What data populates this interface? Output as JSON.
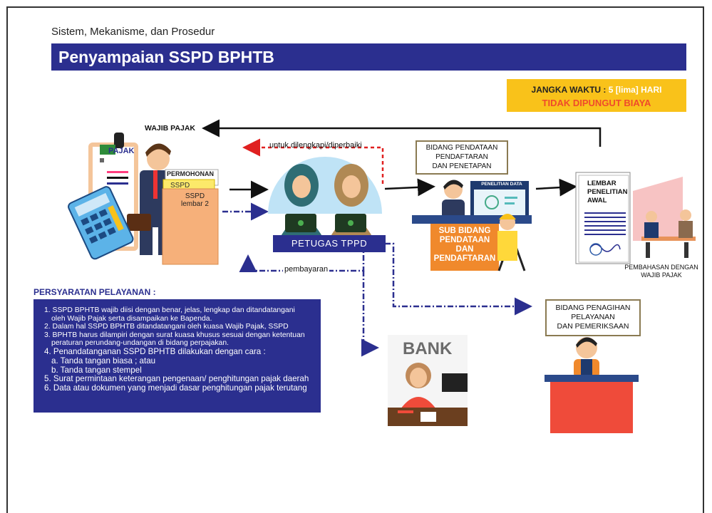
{
  "header": {
    "subtitle": "Sistem, Mekanisme, dan Prosedur",
    "title": "Penyampaian SSPD BPHTB"
  },
  "badge": {
    "label": "JANGKA WAKTU",
    "separator": " : ",
    "value": "5 [lima] HARI",
    "note": "TIDAK DIPUNGUT BIAYA"
  },
  "actors": {
    "wajib_pajak": "WAJIB PAJAK",
    "clipboard_label": "PAJAK",
    "petugas": "PETUGAS TPPD",
    "bank": "BANK"
  },
  "documents": {
    "permohonan": "PERMOHONAN",
    "sspd": "SSPD",
    "sspd_lembar2_line1": "SSPD",
    "sspd_lembar2_line2": "lembar 2"
  },
  "flow_labels": {
    "return_label": "untuk dilengkapi/diperbaiki",
    "payment_label": "pembayaran"
  },
  "bidang_pendataan": {
    "line1": "BIDANG PENDATAAN",
    "line2": "PENDAFTARAN",
    "line3": "DAN PENETAPAN",
    "screen_label": "PENELITIAN DATA",
    "desk_line1": "SUB BIDANG",
    "desk_line2": "PENDATAAN",
    "desk_line3": "DAN",
    "desk_line4": "PENDAFTARAN"
  },
  "lembar": {
    "line1": "LEMBAR",
    "line2": "PENELITIAN",
    "line3": "AWAL"
  },
  "pembahasan": {
    "line1": "PEMBAHASAN DENGAN",
    "line2": "WAJIB PAJAK"
  },
  "bidang_penagihan": {
    "line1": "BIDANG PENAGIHAN",
    "line2": "PELAYANAN",
    "line3": "DAN PEMERIKSAAN"
  },
  "requirements": {
    "title": "PERSYARATAN PELAYANAN :",
    "items": [
      "1. SSPD BPHTB wajib diisi dengan benar, jelas, lengkap dan ditandatangani",
      "   oleh Wajib Pajak serta disampaikan ke Bapenda.",
      "2. Dalam hal SSPD BPHTB ditandatangani oleh kuasa Wajib Pajak, SSPD",
      "3. BPHTB harus dilampiri dengan surat kuasa khusus sesuai dengan ketentuan",
      "   peraturan perundang-undangan di bidang perpajakan.",
      "4. Penandatanganan SSPD BPHTB dilakukan dengan cara :",
      "   a. Tanda tangan biasa ; atau",
      "   b. Tanda tangan stempel",
      "5. Surat permintaan keterangan pengenaan/ penghitungan pajak daerah",
      "6. Data atau dokumen yang menjadi dasar penghitungan pajak terutang"
    ]
  },
  "colors": {
    "navy": "#2b2f8f",
    "badge_yellow": "#f9c21a",
    "badge_red": "#ef4b2b",
    "return_red": "#e02020",
    "desk_orange": "#f0892c",
    "desk_red": "#ef4b3a"
  }
}
